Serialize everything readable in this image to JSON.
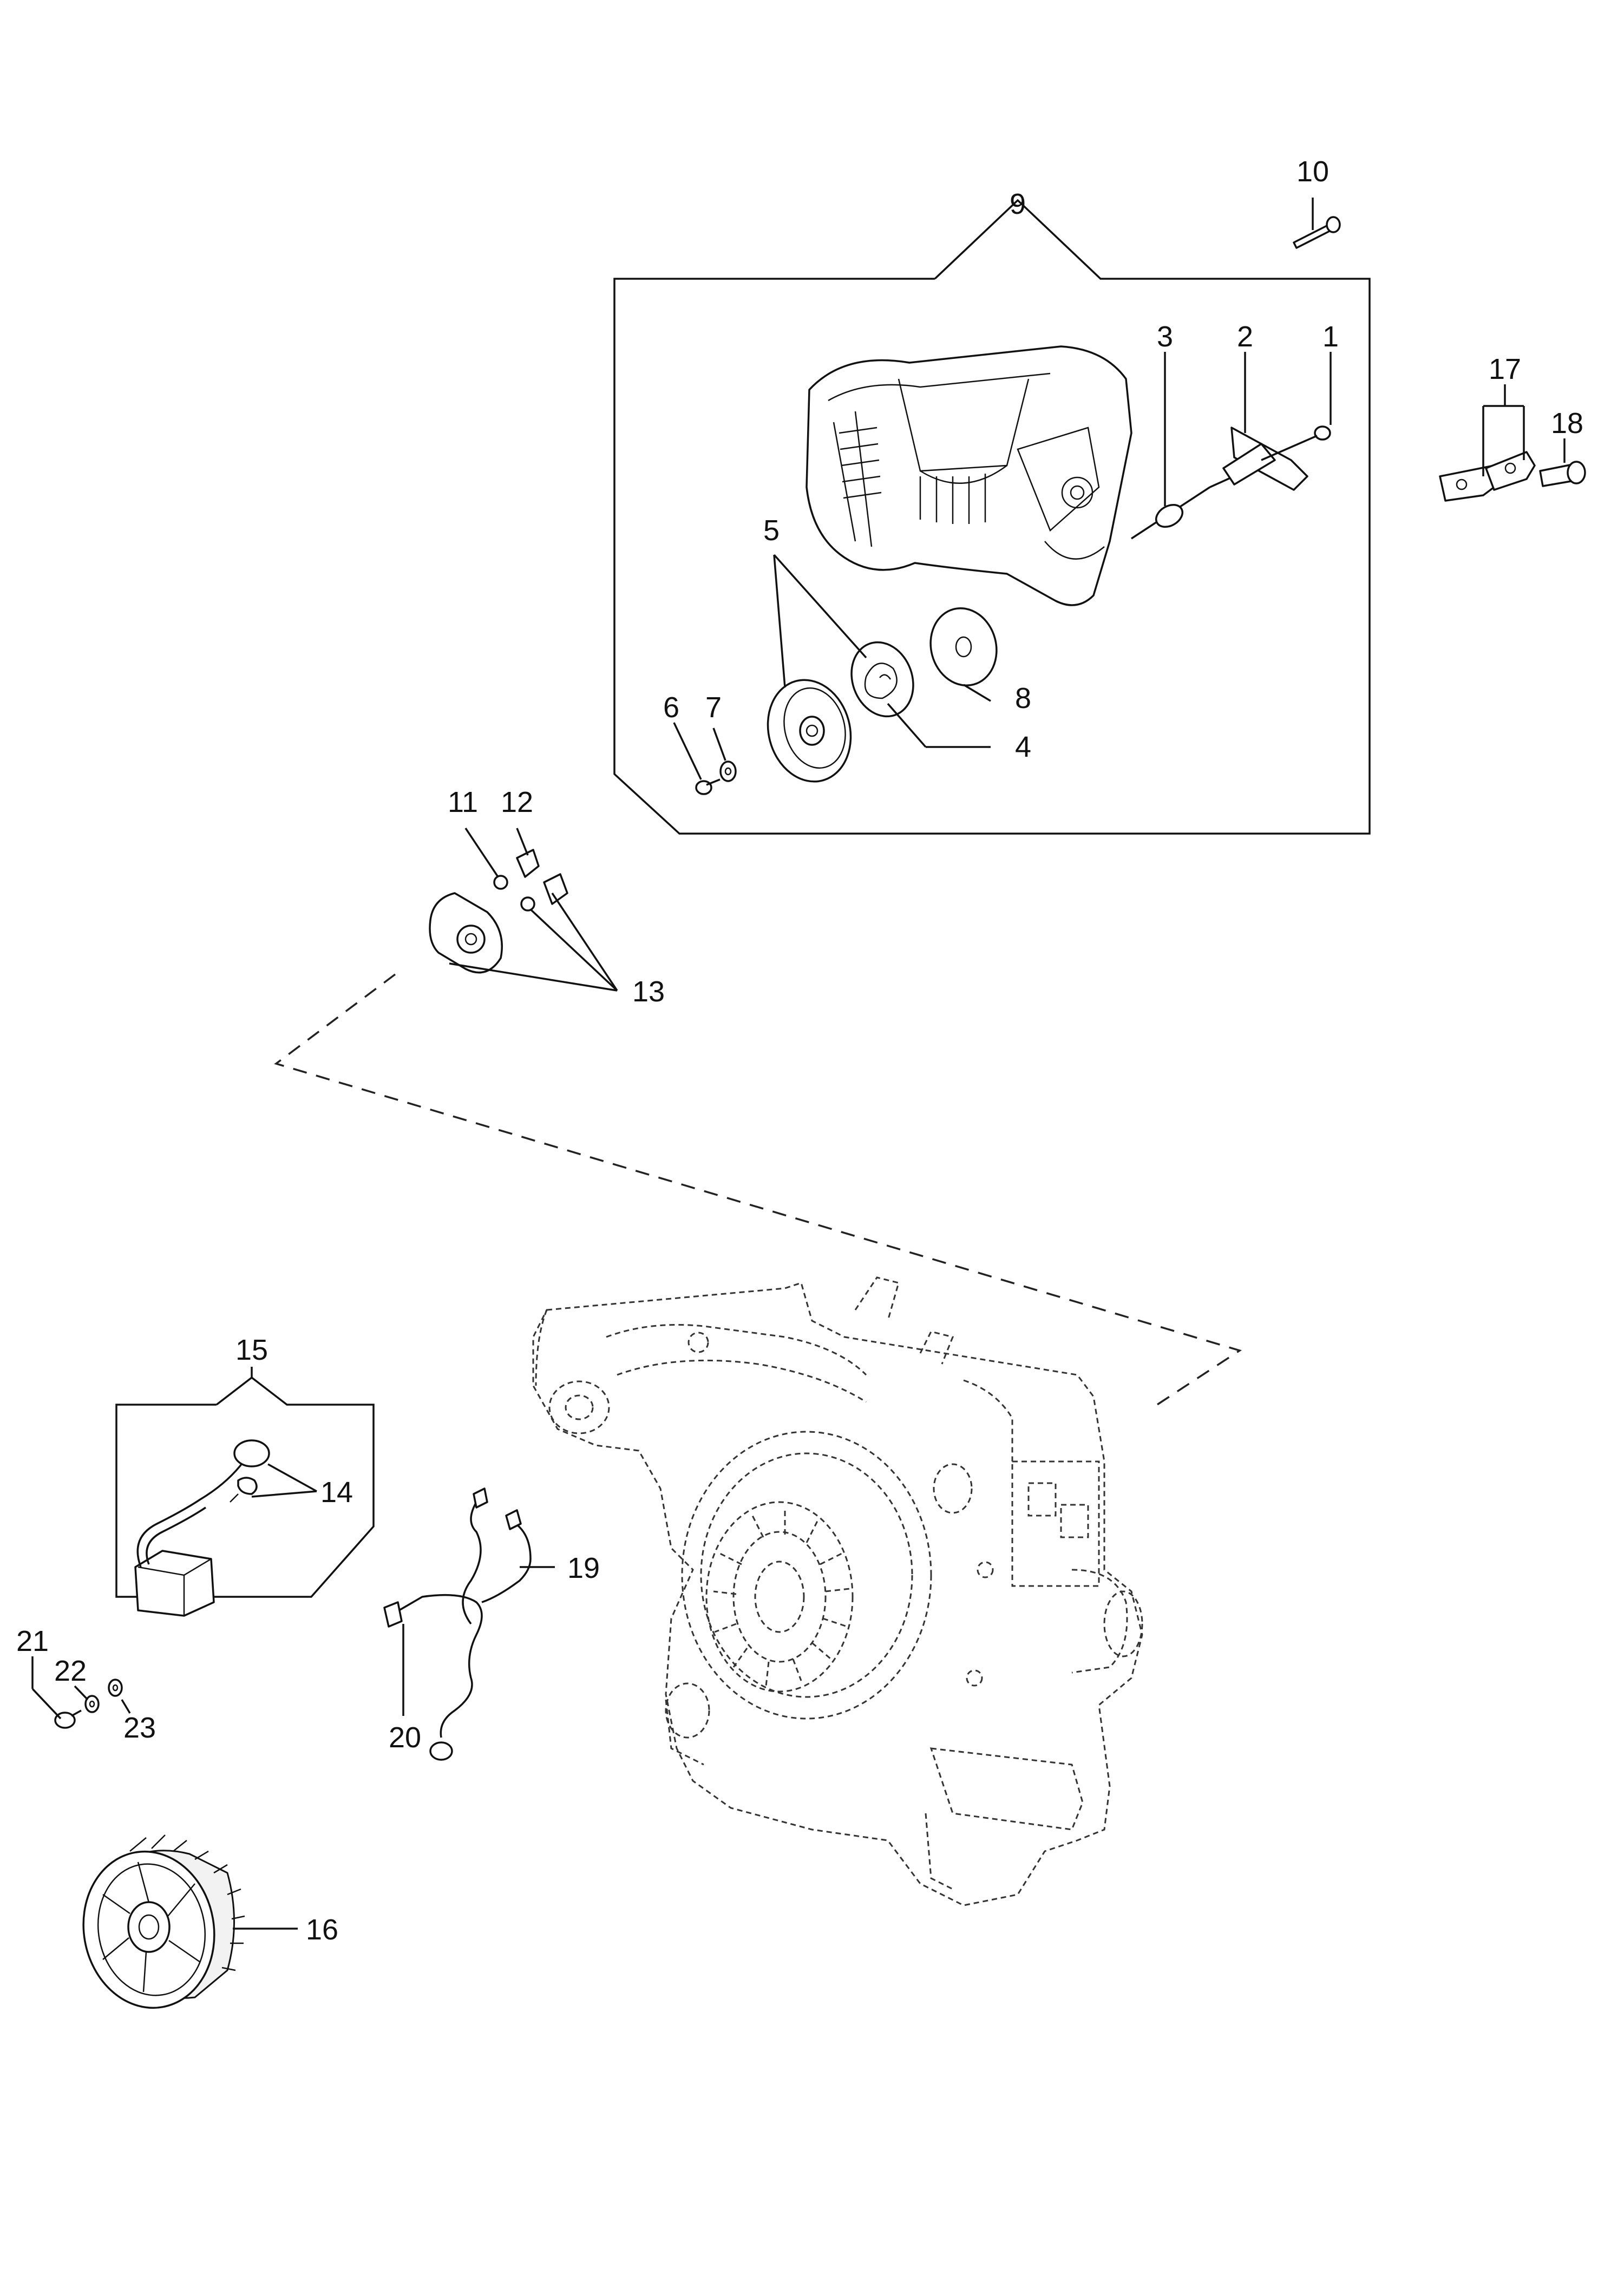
{
  "diagram": {
    "callouts": {
      "c1": "1",
      "c2": "2",
      "c3": "3",
      "c4": "4",
      "c5": "5",
      "c6": "6",
      "c7": "7",
      "c8": "8",
      "c9": "9",
      "c10": "10",
      "c11": "11",
      "c12": "12",
      "c13": "13",
      "c14": "14",
      "c15": "15",
      "c16": "16",
      "c17": "17",
      "c18": "18",
      "c19": "19",
      "c20": "20",
      "c21": "21",
      "c22": "22",
      "c23": "23"
    },
    "line_color": "#111111",
    "background": "#ffffff"
  }
}
